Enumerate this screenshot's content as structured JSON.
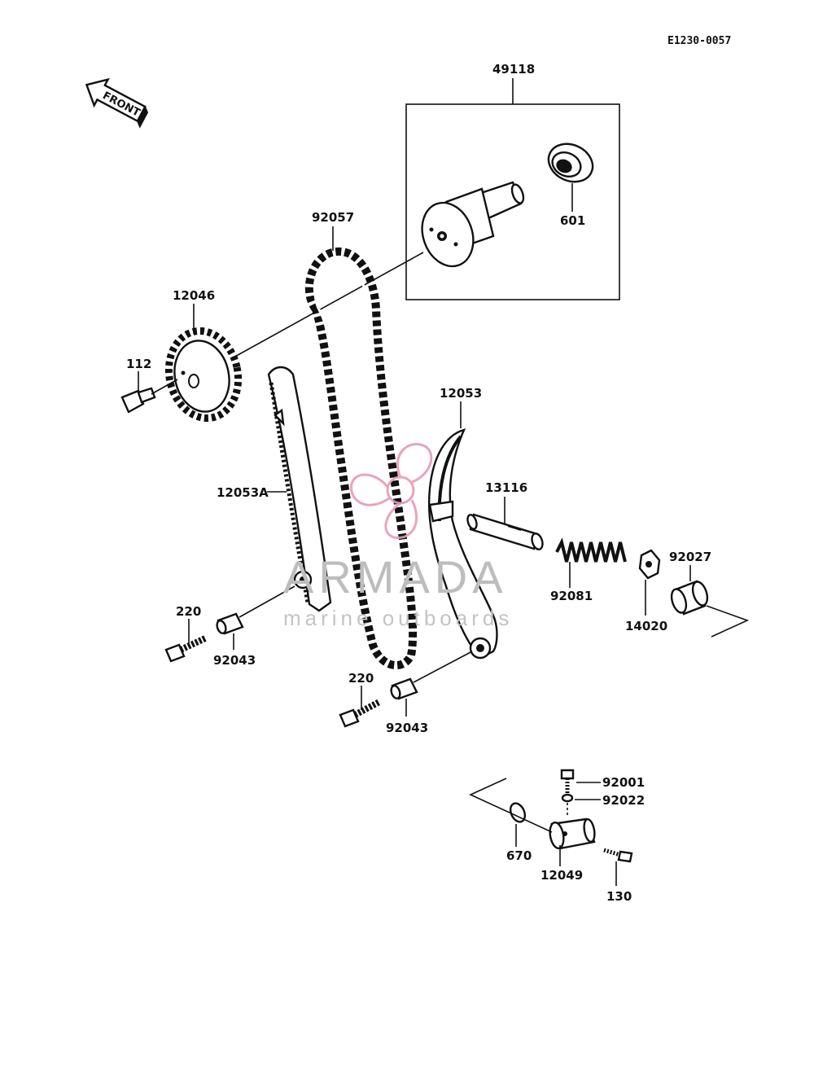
{
  "reference": "E1230-0057",
  "front_label": "FRONT",
  "watermark": {
    "brand": "ARMADA",
    "tagline": "marine outboards",
    "accent_color": "#e79ab8"
  },
  "parts": {
    "p49118": "49118",
    "p601": "601",
    "p92057": "92057",
    "p12046": "12046",
    "p112": "112",
    "p12053": "12053",
    "p12053A": "12053A",
    "p13116": "13116",
    "p92081": "92081",
    "p92027": "92027",
    "p14020": "14020",
    "p220a": "220",
    "p92043a": "92043",
    "p220b": "220",
    "p92043b": "92043",
    "p92001": "92001",
    "p92022": "92022",
    "p670": "670",
    "p12049": "12049",
    "p130": "130"
  }
}
